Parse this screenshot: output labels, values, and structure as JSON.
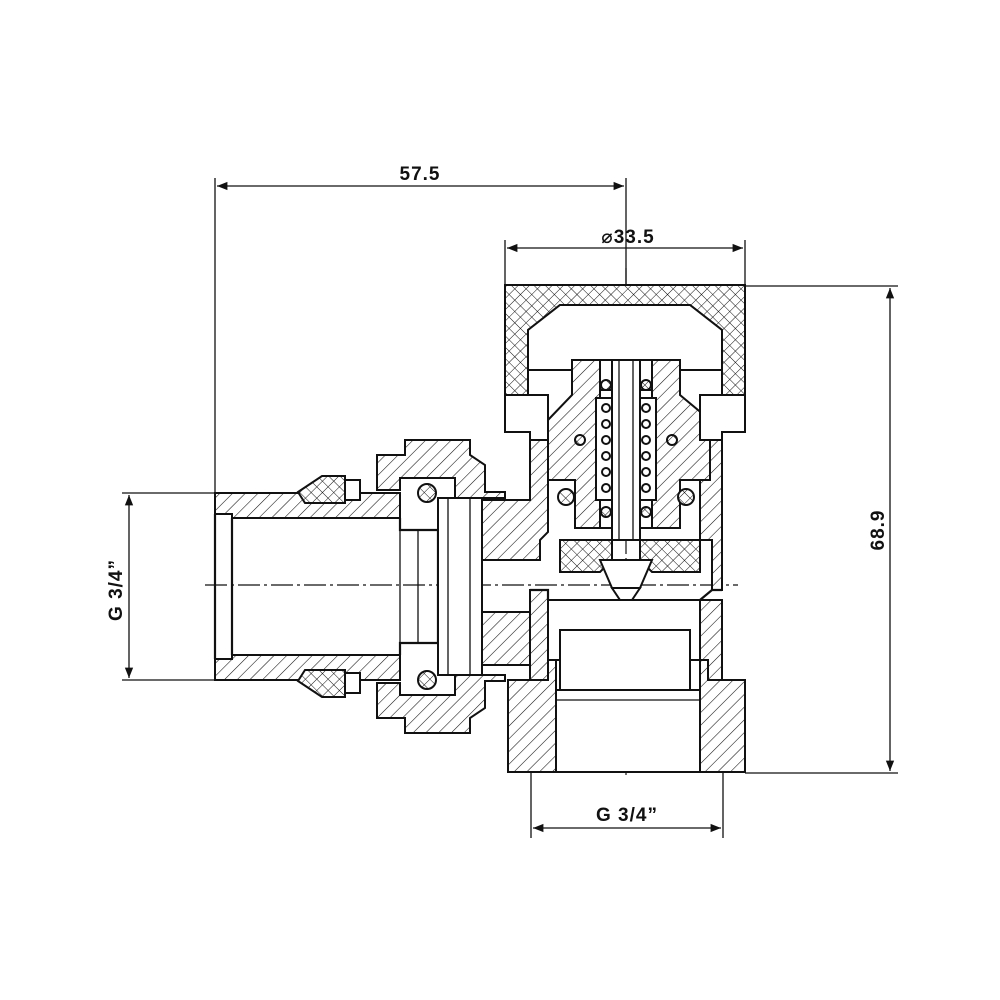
{
  "dimensions": {
    "overall_length": "57.5",
    "cap_diameter": "⌀33.5",
    "overall_height": "68.9",
    "inlet_thread": "G 3/4”",
    "outlet_thread": "G 3/4”"
  }
}
